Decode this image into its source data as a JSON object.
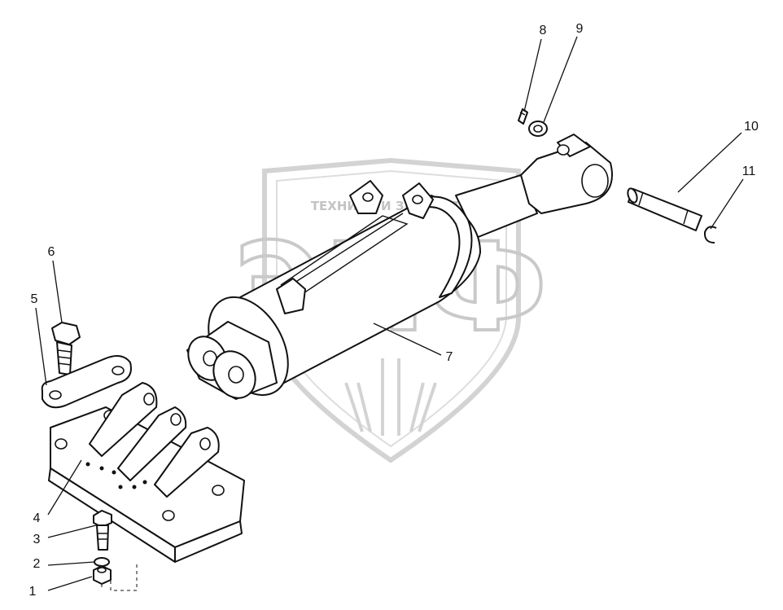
{
  "watermark": {
    "brand_text": "ТЕХНИКА И ЗАПЧАСТИ",
    "logo_text": "ЭПФ",
    "color": "#c8c8c8"
  },
  "callouts": [
    "1",
    "2",
    "3",
    "4",
    "5",
    "6",
    "7",
    "8",
    "9",
    "10",
    "11"
  ],
  "colors": {
    "line": "#111111",
    "background": "#ffffff"
  }
}
